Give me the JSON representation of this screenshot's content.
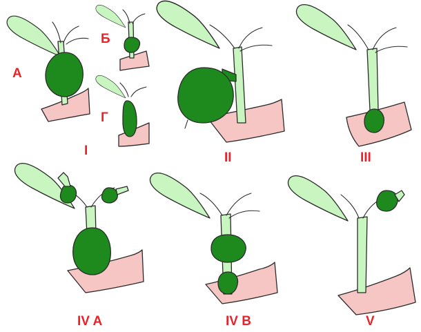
{
  "labels": {
    "panel_I": "I",
    "panel_II": "II",
    "panel_III": "III",
    "panel_IVA": "IV A",
    "panel_IVB": "IV B",
    "panel_V": "V",
    "sub_A": "A",
    "sub_B": "Б",
    "sub_G": "Г"
  },
  "colors": {
    "gallbladder": "#c8f5c0",
    "bile_duct": "#c8f5c0",
    "cyst": "#1e8a1e",
    "duodenum": "#f6c6c4",
    "outline": "#2a2a2a",
    "label": "#e8232a"
  }
}
